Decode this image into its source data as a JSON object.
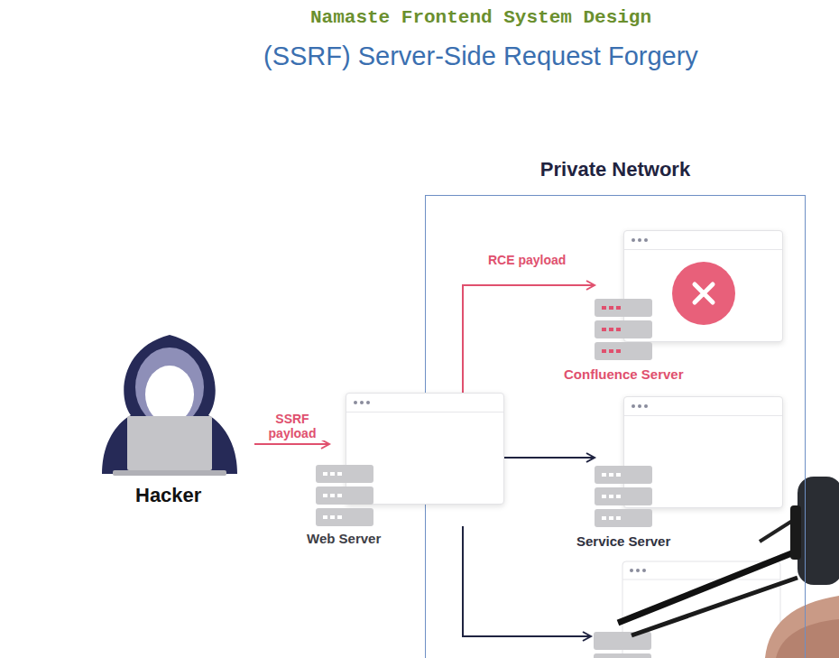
{
  "diagram": {
    "title": "(SSRF) Server-Side Request Forgery",
    "nodes": [
      {
        "text": [
          "Private Network"
        ]
      },
      {
        "text": [
          "Hacker"
        ]
      },
      {
        "text": [
          "Web Server"
        ]
      },
      {
        "text": [
          "Confluence Server"
        ],
        "in": 0
      },
      {
        "text": [
          "Service Server"
        ],
        "in": 0
      }
    ],
    "edges": [
      {
        "from": 1,
        "to": 2,
        "label": "SSRF payload",
        "arrow": "to"
      },
      {
        "from": 2,
        "to": 3,
        "label": "RCE payload",
        "arrow": "to"
      },
      {
        "from": 2,
        "to": 4,
        "arrow": "to"
      }
    ],
    "labels": [
      "Namaste Frontend System Design"
    ]
  }
}
